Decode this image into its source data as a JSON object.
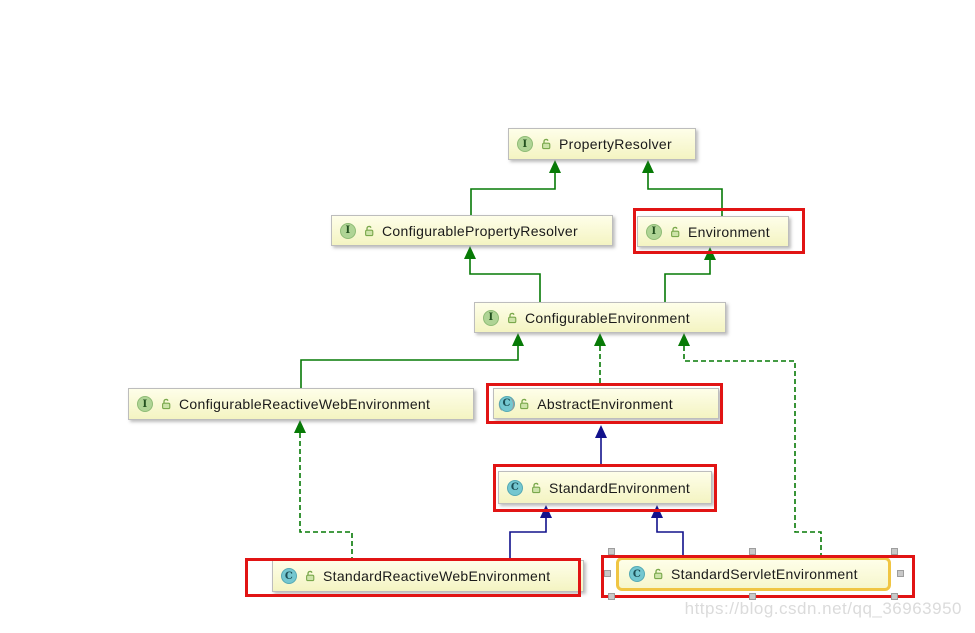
{
  "watermark": "https://blog.csdn.net/qq_36963950",
  "icons": {
    "interface_letter": "I",
    "class_letter": "C",
    "abstract_paren_open": "(",
    "abstract_paren_close": ")"
  },
  "colors": {
    "node_background_top": "#FEFEE9",
    "node_background_bottom": "#F4F4C2",
    "node_border": "#BDBDBD",
    "highlight_red": "#E11414",
    "selection_yellow": "#F0C543",
    "interface_icon_green": "#AFD495",
    "class_icon_teal": "#74C7D0",
    "edge_interface_green": "#077A06",
    "edge_class_navy": "#12128C",
    "watermark_gray": "#DBDBDB"
  },
  "nodes": [
    {
      "id": "PropertyResolver",
      "label": "PropertyResolver",
      "kind": "interface",
      "highlighted": false,
      "selected": false
    },
    {
      "id": "ConfigurablePropertyResolver",
      "label": "ConfigurablePropertyResolver",
      "kind": "interface",
      "highlighted": false,
      "selected": false
    },
    {
      "id": "Environment",
      "label": "Environment",
      "kind": "interface",
      "highlighted": true,
      "selected": false
    },
    {
      "id": "ConfigurableEnvironment",
      "label": "ConfigurableEnvironment",
      "kind": "interface",
      "highlighted": false,
      "selected": false
    },
    {
      "id": "ConfigurableReactiveWebEnvironment",
      "label": "ConfigurableReactiveWebEnvironment",
      "kind": "interface",
      "highlighted": false,
      "selected": false
    },
    {
      "id": "AbstractEnvironment",
      "label": "AbstractEnvironment",
      "kind": "abstract-class",
      "highlighted": true,
      "selected": false
    },
    {
      "id": "StandardEnvironment",
      "label": "StandardEnvironment",
      "kind": "class",
      "highlighted": true,
      "selected": false
    },
    {
      "id": "StandardReactiveWebEnvironment",
      "label": "StandardReactiveWebEnvironment",
      "kind": "class",
      "highlighted": true,
      "selected": false
    },
    {
      "id": "StandardServletEnvironment",
      "label": "StandardServletEnvironment",
      "kind": "class",
      "highlighted": true,
      "selected": true
    }
  ],
  "edges": [
    {
      "from": "ConfigurablePropertyResolver",
      "to": "PropertyResolver",
      "type": "extends"
    },
    {
      "from": "Environment",
      "to": "PropertyResolver",
      "type": "extends"
    },
    {
      "from": "ConfigurableEnvironment",
      "to": "ConfigurablePropertyResolver",
      "type": "extends"
    },
    {
      "from": "ConfigurableEnvironment",
      "to": "Environment",
      "type": "extends"
    },
    {
      "from": "ConfigurableReactiveWebEnvironment",
      "to": "ConfigurableEnvironment",
      "type": "extends"
    },
    {
      "from": "AbstractEnvironment",
      "to": "ConfigurableEnvironment",
      "type": "implements"
    },
    {
      "from": "StandardServletEnvironment",
      "to": "ConfigurableEnvironment",
      "type": "implements"
    },
    {
      "from": "StandardReactiveWebEnvironment",
      "to": "ConfigurableReactiveWebEnvironment",
      "type": "implements"
    },
    {
      "from": "StandardEnvironment",
      "to": "AbstractEnvironment",
      "type": "extends"
    },
    {
      "from": "StandardReactiveWebEnvironment",
      "to": "StandardEnvironment",
      "type": "extends"
    },
    {
      "from": "StandardServletEnvironment",
      "to": "StandardEnvironment",
      "type": "extends"
    }
  ]
}
